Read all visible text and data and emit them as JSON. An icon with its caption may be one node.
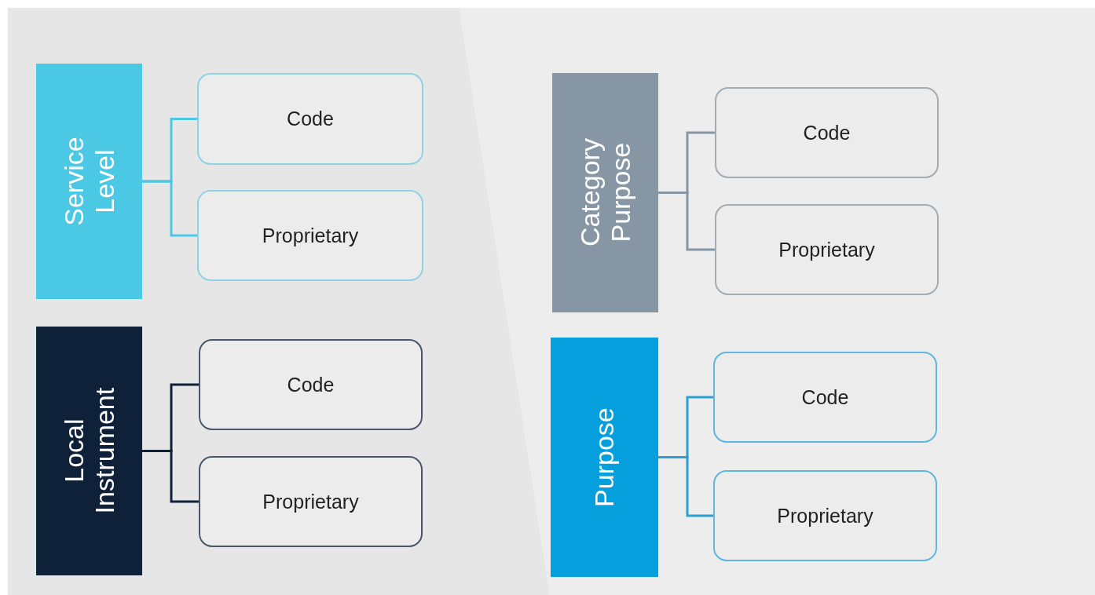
{
  "diagram": {
    "nodes": [
      {
        "text": [
          "Service Level"
        ]
      },
      {
        "text": [
          "Code"
        ]
      },
      {
        "text": [
          "Proprietary"
        ]
      },
      {
        "text": [
          "Category Purpose"
        ]
      },
      {
        "text": [
          "Code"
        ]
      },
      {
        "text": [
          "Proprietary"
        ]
      },
      {
        "text": [
          "Local Instrument"
        ]
      },
      {
        "text": [
          "Code"
        ]
      },
      {
        "text": [
          "Proprietary"
        ]
      },
      {
        "text": [
          "Purpose"
        ]
      },
      {
        "text": [
          "Code"
        ]
      },
      {
        "text": [
          "Proprietary"
        ]
      }
    ],
    "edges": [
      {
        "from": 0,
        "to": 1,
        "arrow": "none",
        "color": "#4bc8e3"
      },
      {
        "from": 0,
        "to": 2,
        "arrow": "none",
        "color": "#4bc8e3"
      },
      {
        "from": 3,
        "to": 4,
        "arrow": "none",
        "color": "#8796a5"
      },
      {
        "from": 3,
        "to": 5,
        "arrow": "none",
        "color": "#8796a5"
      },
      {
        "from": 6,
        "to": 7,
        "arrow": "none",
        "color": "#0f2039"
      },
      {
        "from": 6,
        "to": 8,
        "arrow": "none",
        "color": "#0f2039"
      },
      {
        "from": 9,
        "to": 10,
        "arrow": "none",
        "color": "#2b9fd0"
      },
      {
        "from": 9,
        "to": 11,
        "arrow": "none",
        "color": "#2b9fd0"
      }
    ]
  }
}
